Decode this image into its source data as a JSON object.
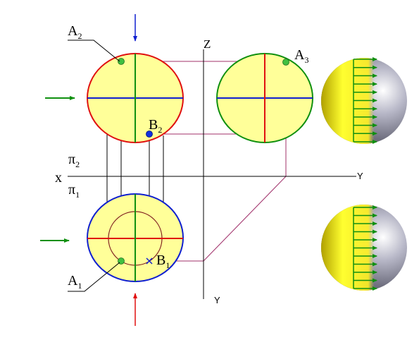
{
  "labels": {
    "a2": {
      "main": "A",
      "sub": "2"
    },
    "a3": {
      "main": "A",
      "sub": "3"
    },
    "b2": {
      "main": "B",
      "sub": "2"
    },
    "a1": {
      "main": "A",
      "sub": "1"
    },
    "b1": {
      "main": "B",
      "sub": "1"
    },
    "pi2": {
      "main": "π",
      "sub": "2"
    },
    "pi1": {
      "main": "π",
      "sub": "1"
    },
    "x": "x",
    "z": "Z",
    "y_right": "Y",
    "y_bottom": "Y"
  },
  "colors": {
    "fill": "#ffff99",
    "red": "#e01010",
    "green": "#109010",
    "blue": "#1020d0",
    "magenta": "#a0306a",
    "dark_red": "#802020",
    "point_green": "#40c040",
    "point_blue": "#1030e0"
  }
}
